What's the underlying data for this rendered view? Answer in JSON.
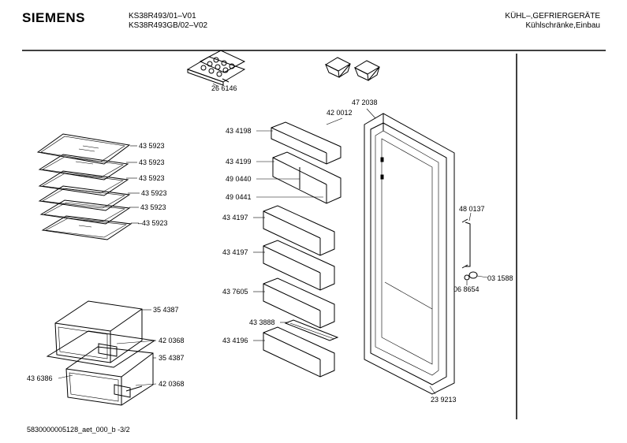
{
  "header": {
    "brand": "SIEMENS",
    "model_line_1": "KS38R493/01–V01",
    "model_line_2": "KS38R493GB/02–V02",
    "category_line_1": "KÜHL–,GEFRIERGERÄTE",
    "category_line_2": "Kühlschränke,Einbau"
  },
  "footer": {
    "document_code": "5830000005128_aet_000_b   -3/2"
  },
  "parts": {
    "egg_tray": "26 6146",
    "butter_cover": "42 0012",
    "door_gasket_frame": "47 2038",
    "shelf_1": "43 5923",
    "shelf_2": "43 5923",
    "shelf_3": "43 5923",
    "shelf_4": "43 5923",
    "shelf_5": "43 5923",
    "shelf_6": "–43 5923",
    "door_rack_top": "43 4198",
    "door_rack_2": "43 4199",
    "rack_flap": "49 0440",
    "rack_lid": "49 0441",
    "bottle_rack_1": "43 4197",
    "bottle_rack_2": "43 4197",
    "bottle_rack_3": "43 7605",
    "bottle_retainer": "43 3888",
    "bottle_rack_bottom": "43 4196",
    "handle": "48 0137",
    "cap": "03 1588",
    "screw": "06 8654",
    "gasket": "23 9213",
    "crisper_top": "35 4387",
    "crisper_bottom": "35 4387",
    "crisper_handle_top": "42 0368",
    "crisper_handle_bottom": "42 0368",
    "crisper_cover": "43 6386"
  }
}
